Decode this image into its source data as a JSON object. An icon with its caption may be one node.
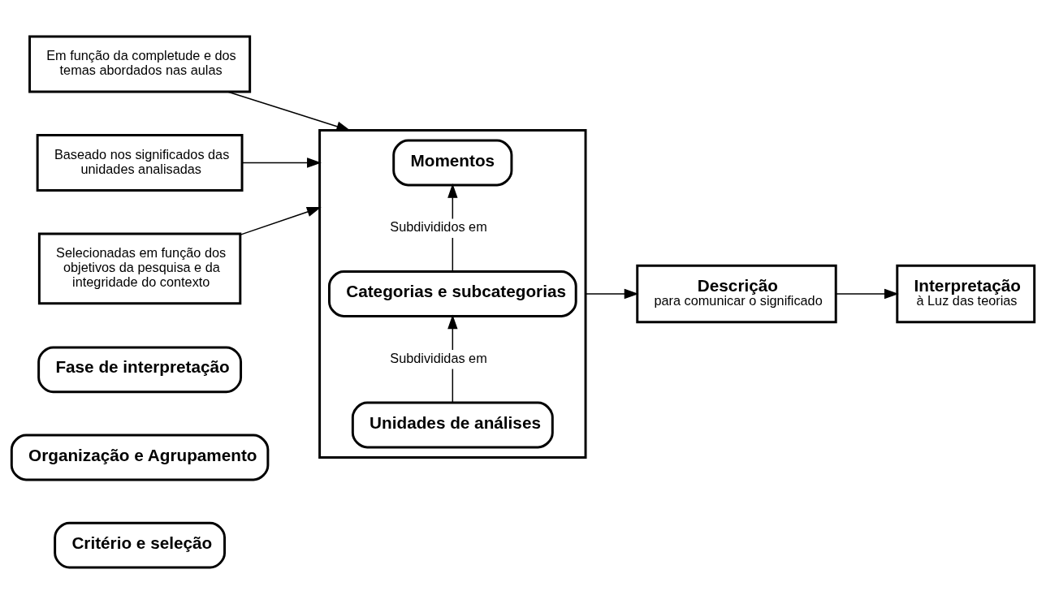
{
  "diagram": {
    "nodes": [
      {
        "text": [
          "Critério e seleção"
        ]
      },
      {
        "text": [
          "Organização e Agrupamento"
        ]
      },
      {
        "text": [
          "Fase de interpretação"
        ]
      },
      {
        "text": [
          "Em função da completude e dos temas abordados nas aulas"
        ]
      },
      {
        "text": [],
        "shape": "box"
      },
      {
        "text": [
          "Momentos"
        ],
        "in": 4
      },
      {
        "text": [
          "Categorias e subcategorias"
        ],
        "in": 4
      },
      {
        "text": [
          "Unidades de análises"
        ],
        "in": 4
      },
      {
        "text": [
          "Baseado nos significados das unidades analisadas"
        ]
      },
      {
        "text": [
          "Selecionadas em função dos objetivos da pesquisa e da integridade do contexto"
        ]
      },
      {
        "text": [
          "Descrição",
          "para comunicar o significado"
        ]
      },
      {
        "text": [
          "Interpretação",
          "à Luz das teorias"
        ]
      }
    ],
    "edges": [
      {
        "from": 3,
        "to": 4,
        "arrow": "to"
      },
      {
        "from": 8,
        "to": 4,
        "arrow": "to"
      },
      {
        "from": 9,
        "to": 4,
        "arrow": "to"
      },
      {
        "from": 7,
        "to": 6,
        "arrow": "to",
        "label": "Subdivididas em"
      },
      {
        "from": 6,
        "to": 5,
        "arrow": "to",
        "label": "Subdivididos em"
      },
      {
        "from": 4,
        "to": 10,
        "arrow": "to"
      },
      {
        "from": 10,
        "to": 11,
        "arrow": "to"
      }
    ]
  }
}
